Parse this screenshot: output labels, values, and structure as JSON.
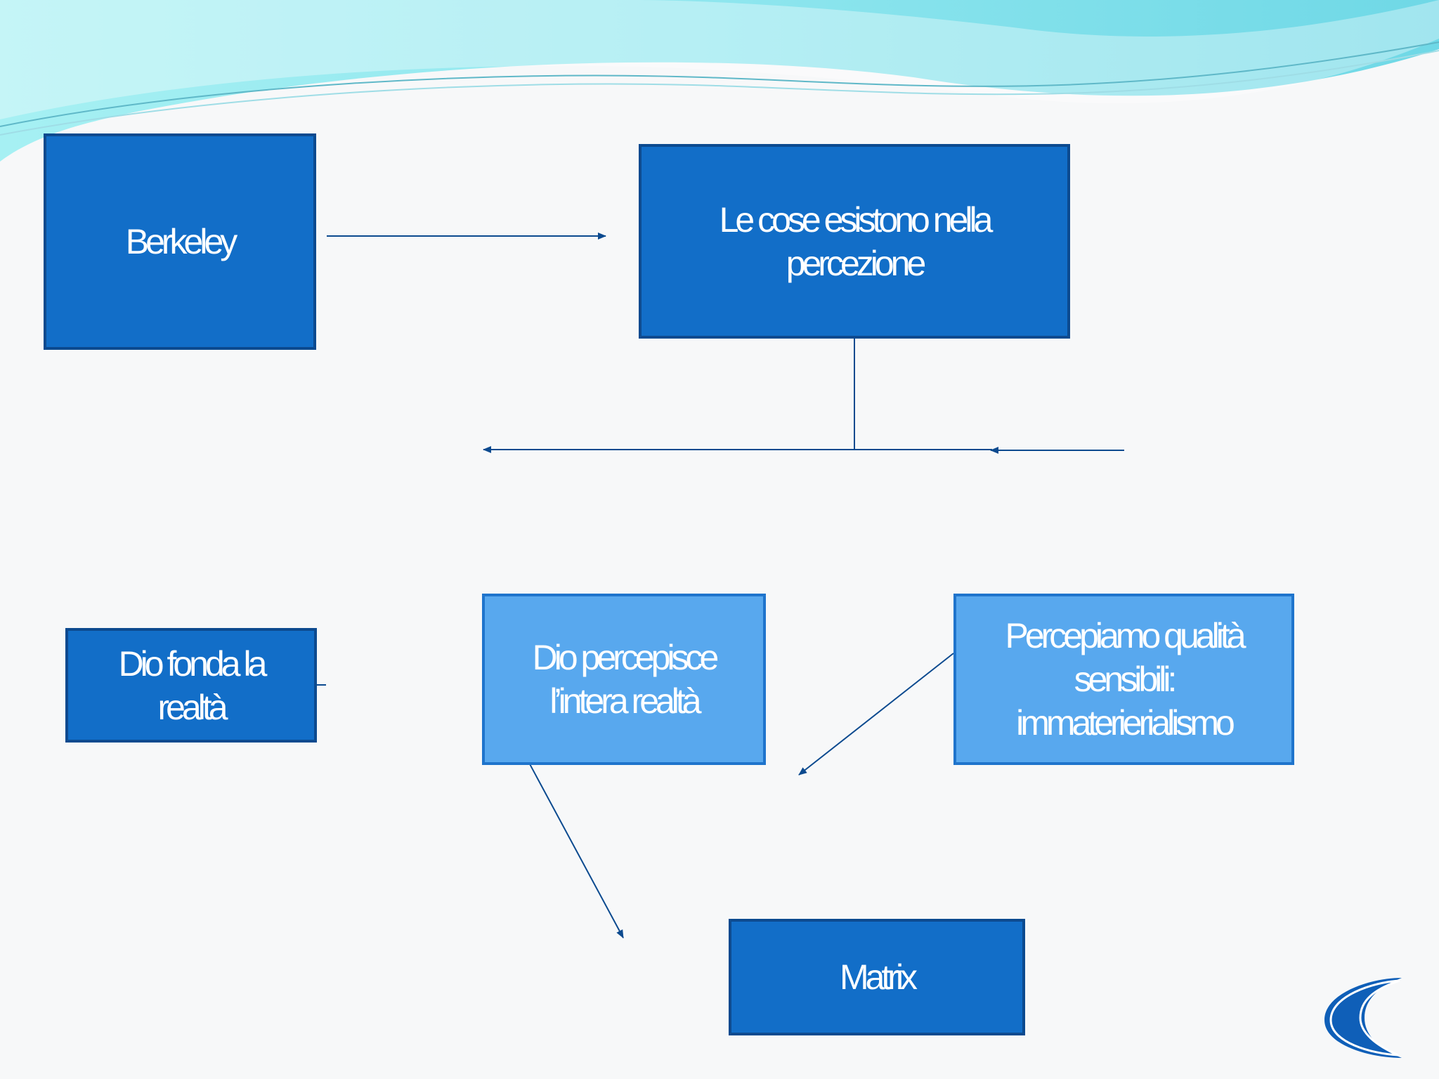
{
  "slide": {
    "nodes": {
      "berkeley": "Berkeley",
      "cose": "Le cose esistono nella\npercezione",
      "dio_fonda": "Dio fonda la\nrealtà",
      "dio_percepisce": "Dio percepisce\nl’intera realtà",
      "percepiamo": "Percepiamo qualità\nsensibili:\nimmaterierialismo",
      "matrix": "Matrix"
    }
  },
  "colors": {
    "box_dark": "#126ec8",
    "box_light": "#58a8ee",
    "border": "#0c4a8f",
    "wave": "#7fe0ea",
    "connector": "#0c4a8f",
    "background": "#f7f8f9"
  },
  "icons": {
    "logo": "crescent-moon-icon"
  }
}
